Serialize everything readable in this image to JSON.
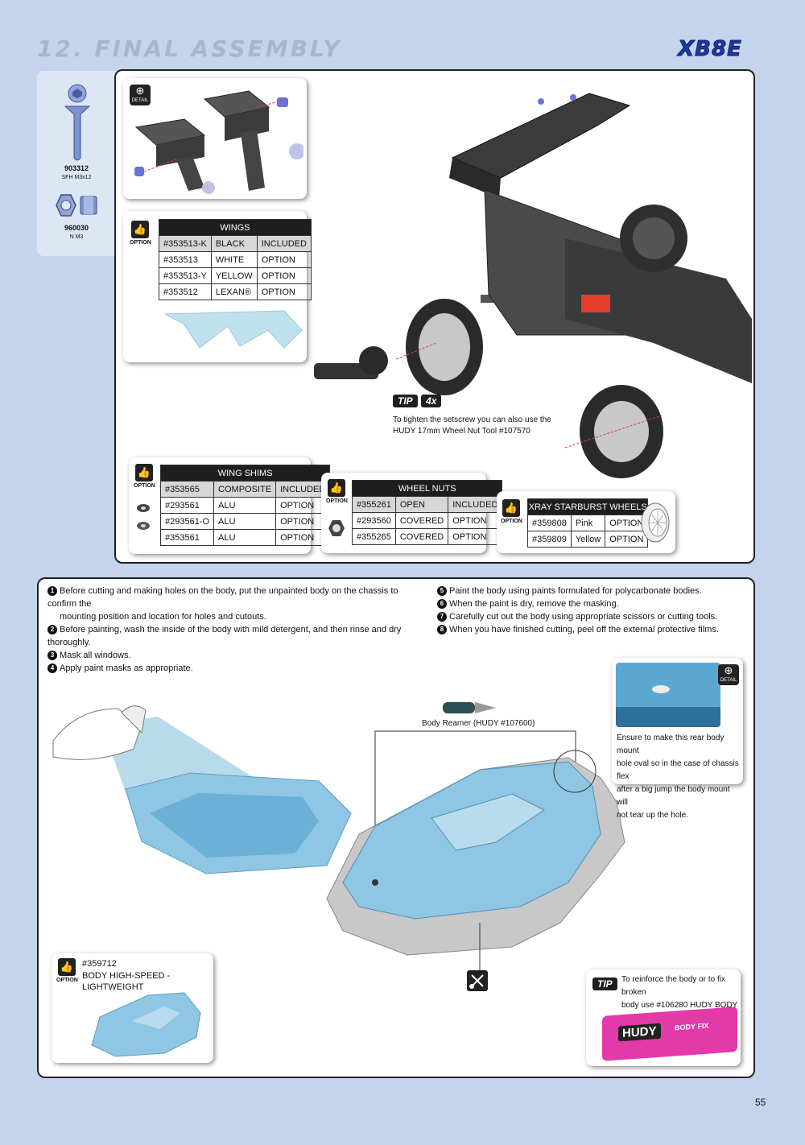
{
  "header": {
    "title": "12. FINAL ASSEMBLY",
    "brand": "XB8E"
  },
  "sidebar": {
    "parts": [
      {
        "code": "903312",
        "name": "SFH M3x12"
      },
      {
        "code": "960030",
        "name": "N M3"
      }
    ]
  },
  "labels": {
    "detail": "DETAIL",
    "option": "OPTION"
  },
  "wings": {
    "title": "WINGS",
    "rows": [
      [
        "#353513-K",
        "BLACK",
        "INCLUDED"
      ],
      [
        "#353513",
        "WHITE",
        "OPTION"
      ],
      [
        "#353513-Y",
        "YELLOW",
        "OPTION"
      ],
      [
        "#353512",
        "LEXAN®",
        "OPTION"
      ]
    ]
  },
  "tip_wheel": {
    "badge": "TIP",
    "count": "4x",
    "text1": "To tighten the setscrew you can also use the",
    "text2": "HUDY 17mm Wheel Nut Tool #107570"
  },
  "wing_shims": {
    "title": "WING SHIMS",
    "rows": [
      [
        "#353565",
        "COMPOSITE",
        "INCLUDED"
      ],
      [
        "#293561",
        "ALU",
        "OPTION"
      ],
      [
        "#293561-O",
        "ALU",
        "OPTION"
      ],
      [
        "#353561",
        "ALU",
        "OPTION"
      ]
    ]
  },
  "wheel_nuts": {
    "title": "WHEEL NUTS",
    "rows": [
      [
        "#355261",
        "OPEN",
        "INCLUDED"
      ],
      [
        "#293560",
        "COVERED",
        "OPTION"
      ],
      [
        "#355265",
        "COVERED",
        "OPTION"
      ]
    ]
  },
  "starburst": {
    "title": "XRAY STARBURST WHEELS",
    "rows": [
      [
        "#359808",
        "Pink",
        "OPTION"
      ],
      [
        "#359809",
        "Yellow",
        "OPTION"
      ]
    ]
  },
  "steps_left": [
    {
      "n": "1",
      "line1": "Before cutting and making holes on the body, put the unpainted body on the chassis to confirm the",
      "line2": "mounting position and location for holes and cutouts."
    },
    {
      "n": "2",
      "line1": "Before painting, wash the inside of the body with mild detergent, and then rinse and dry thoroughly.",
      "line2": ""
    },
    {
      "n": "3",
      "line1": "Mask all windows.",
      "line2": ""
    },
    {
      "n": "4",
      "line1": "Apply paint masks as appropriate.",
      "line2": ""
    }
  ],
  "steps_right": [
    {
      "n": "5",
      "text": "Paint the body using paints formulated for polycarbonate bodies."
    },
    {
      "n": "6",
      "text": "When the paint is dry, remove the masking."
    },
    {
      "n": "7",
      "text": "Carefully cut out the body using appropriate scissors or cutting tools."
    },
    {
      "n": "8",
      "text": "When you have finished cutting, peel off the external protective films."
    }
  ],
  "reamer": {
    "label": "Body Reamer (HUDY #107600)"
  },
  "detail_note": {
    "l1": "Ensure to make this rear body mount",
    "l2": "hole oval so in the case of chassis flex",
    "l3": "after a big jump the body mount will",
    "l4": "not tear up the hole."
  },
  "body_option": {
    "code": "#359712",
    "name": "BODY HIGH-SPEED - LIGHTWEIGHT"
  },
  "body_fix": {
    "badge": "TIP",
    "l1": "To reinforce the body or to fix broken",
    "l2": "body use #106280 HUDY BODY FIX",
    "tube_text": "HUDY",
    "tube_small": "BODY FIX"
  },
  "page_number": "55",
  "colors": {
    "page_bg": "#c3d4ec",
    "body_blue": "#8fc6e3",
    "brand_blue": "#1a3aa3",
    "wing_dark": "#3b3b3b",
    "tube_pink": "#e23aa8"
  }
}
